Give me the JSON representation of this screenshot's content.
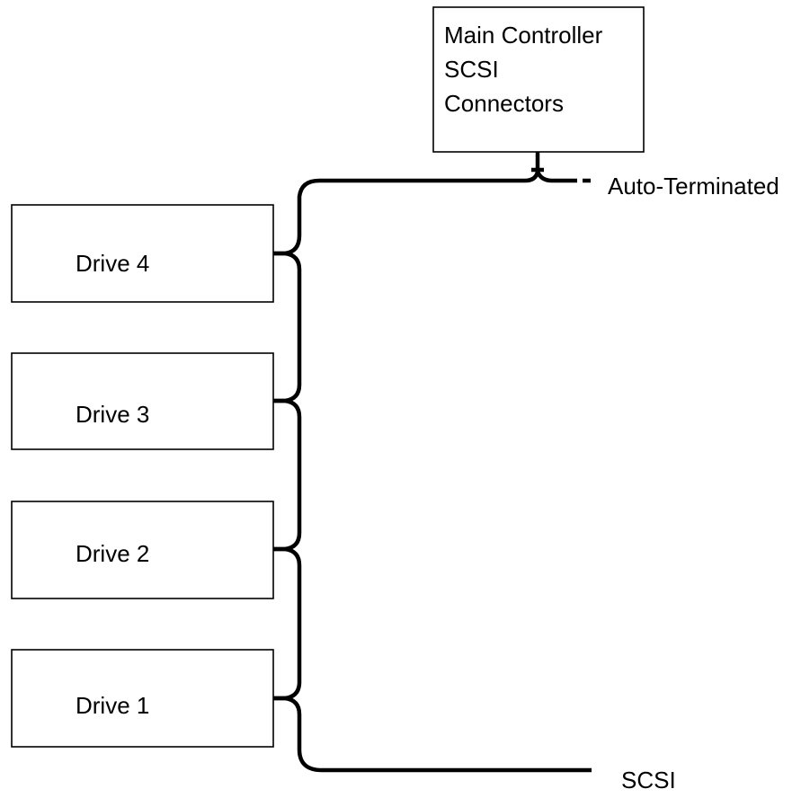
{
  "controller": {
    "lines": [
      "Main Controller",
      "SCSI",
      "Connectors"
    ]
  },
  "drives": [
    {
      "label": "Drive 4"
    },
    {
      "label": "Drive 3"
    },
    {
      "label": "Drive 2"
    },
    {
      "label": "Drive 1"
    }
  ],
  "terminator": {
    "label": "Auto-Terminated"
  },
  "scsi_end": {
    "label": "SCSI"
  }
}
